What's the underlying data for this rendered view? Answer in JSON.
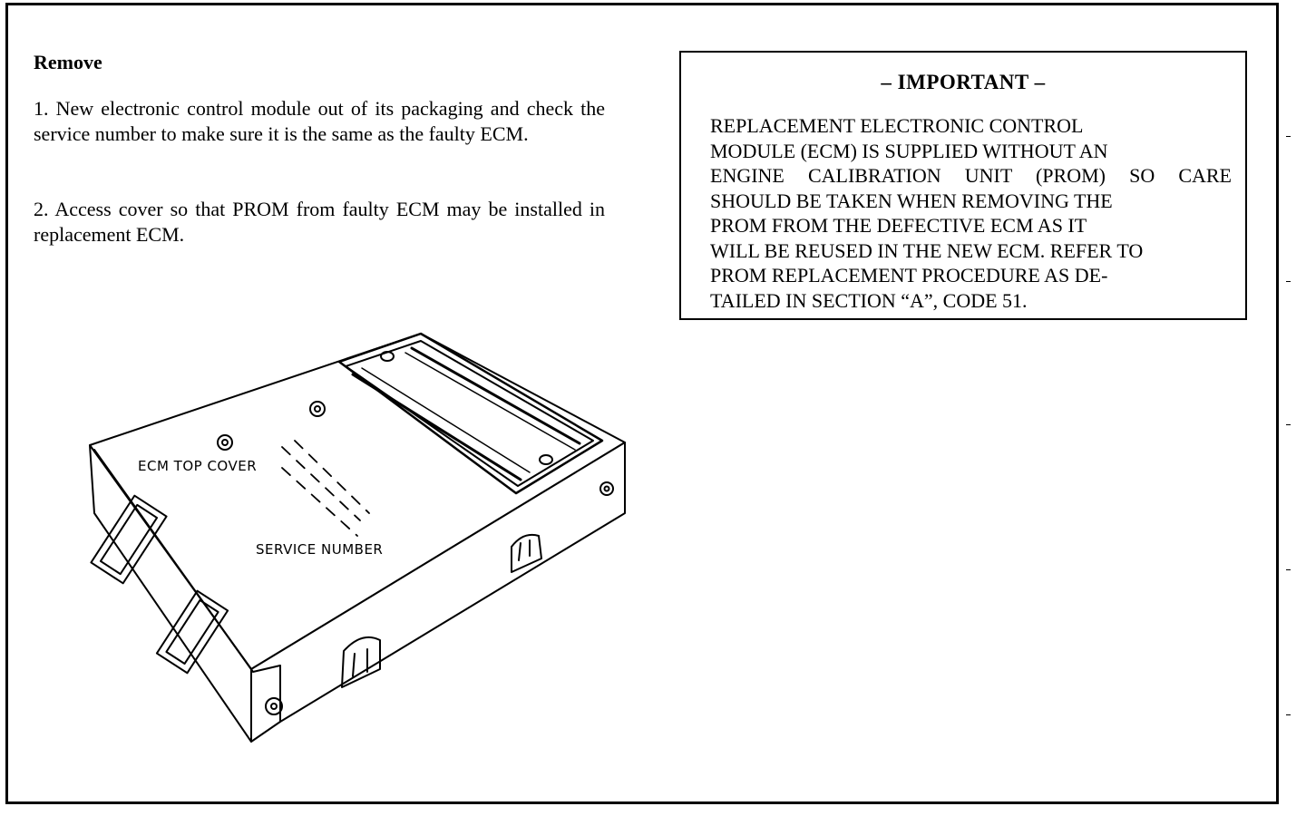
{
  "remove": {
    "heading": "Remove",
    "steps": [
      "1. New electronic control module out of its packaging and check the service number to make sure it is the same as the faulty ECM.",
      "2. Access cover so that PROM from faulty ECM may be installed in replacement ECM."
    ]
  },
  "important": {
    "title": "– IMPORTANT –",
    "lines": [
      "REPLACEMENT ELECTRONIC CONTROL",
      "MODULE (ECM) IS SUPPLIED WITHOUT AN",
      "ENGINE CALIBRATION UNIT (PROM) SO CARE",
      "SHOULD BE TAKEN WHEN REMOVING THE",
      "PROM FROM THE DEFECTIVE ECM AS IT",
      "WILL BE REUSED IN THE NEW ECM. REFER TO",
      "PROM REPLACEMENT PROCEDURE AS DE-",
      "TAILED IN SECTION “A”, CODE 51."
    ]
  },
  "figure": {
    "callouts": {
      "top_cover": "ECM TOP COVER",
      "service_number": "SERVICE NUMBER"
    }
  }
}
